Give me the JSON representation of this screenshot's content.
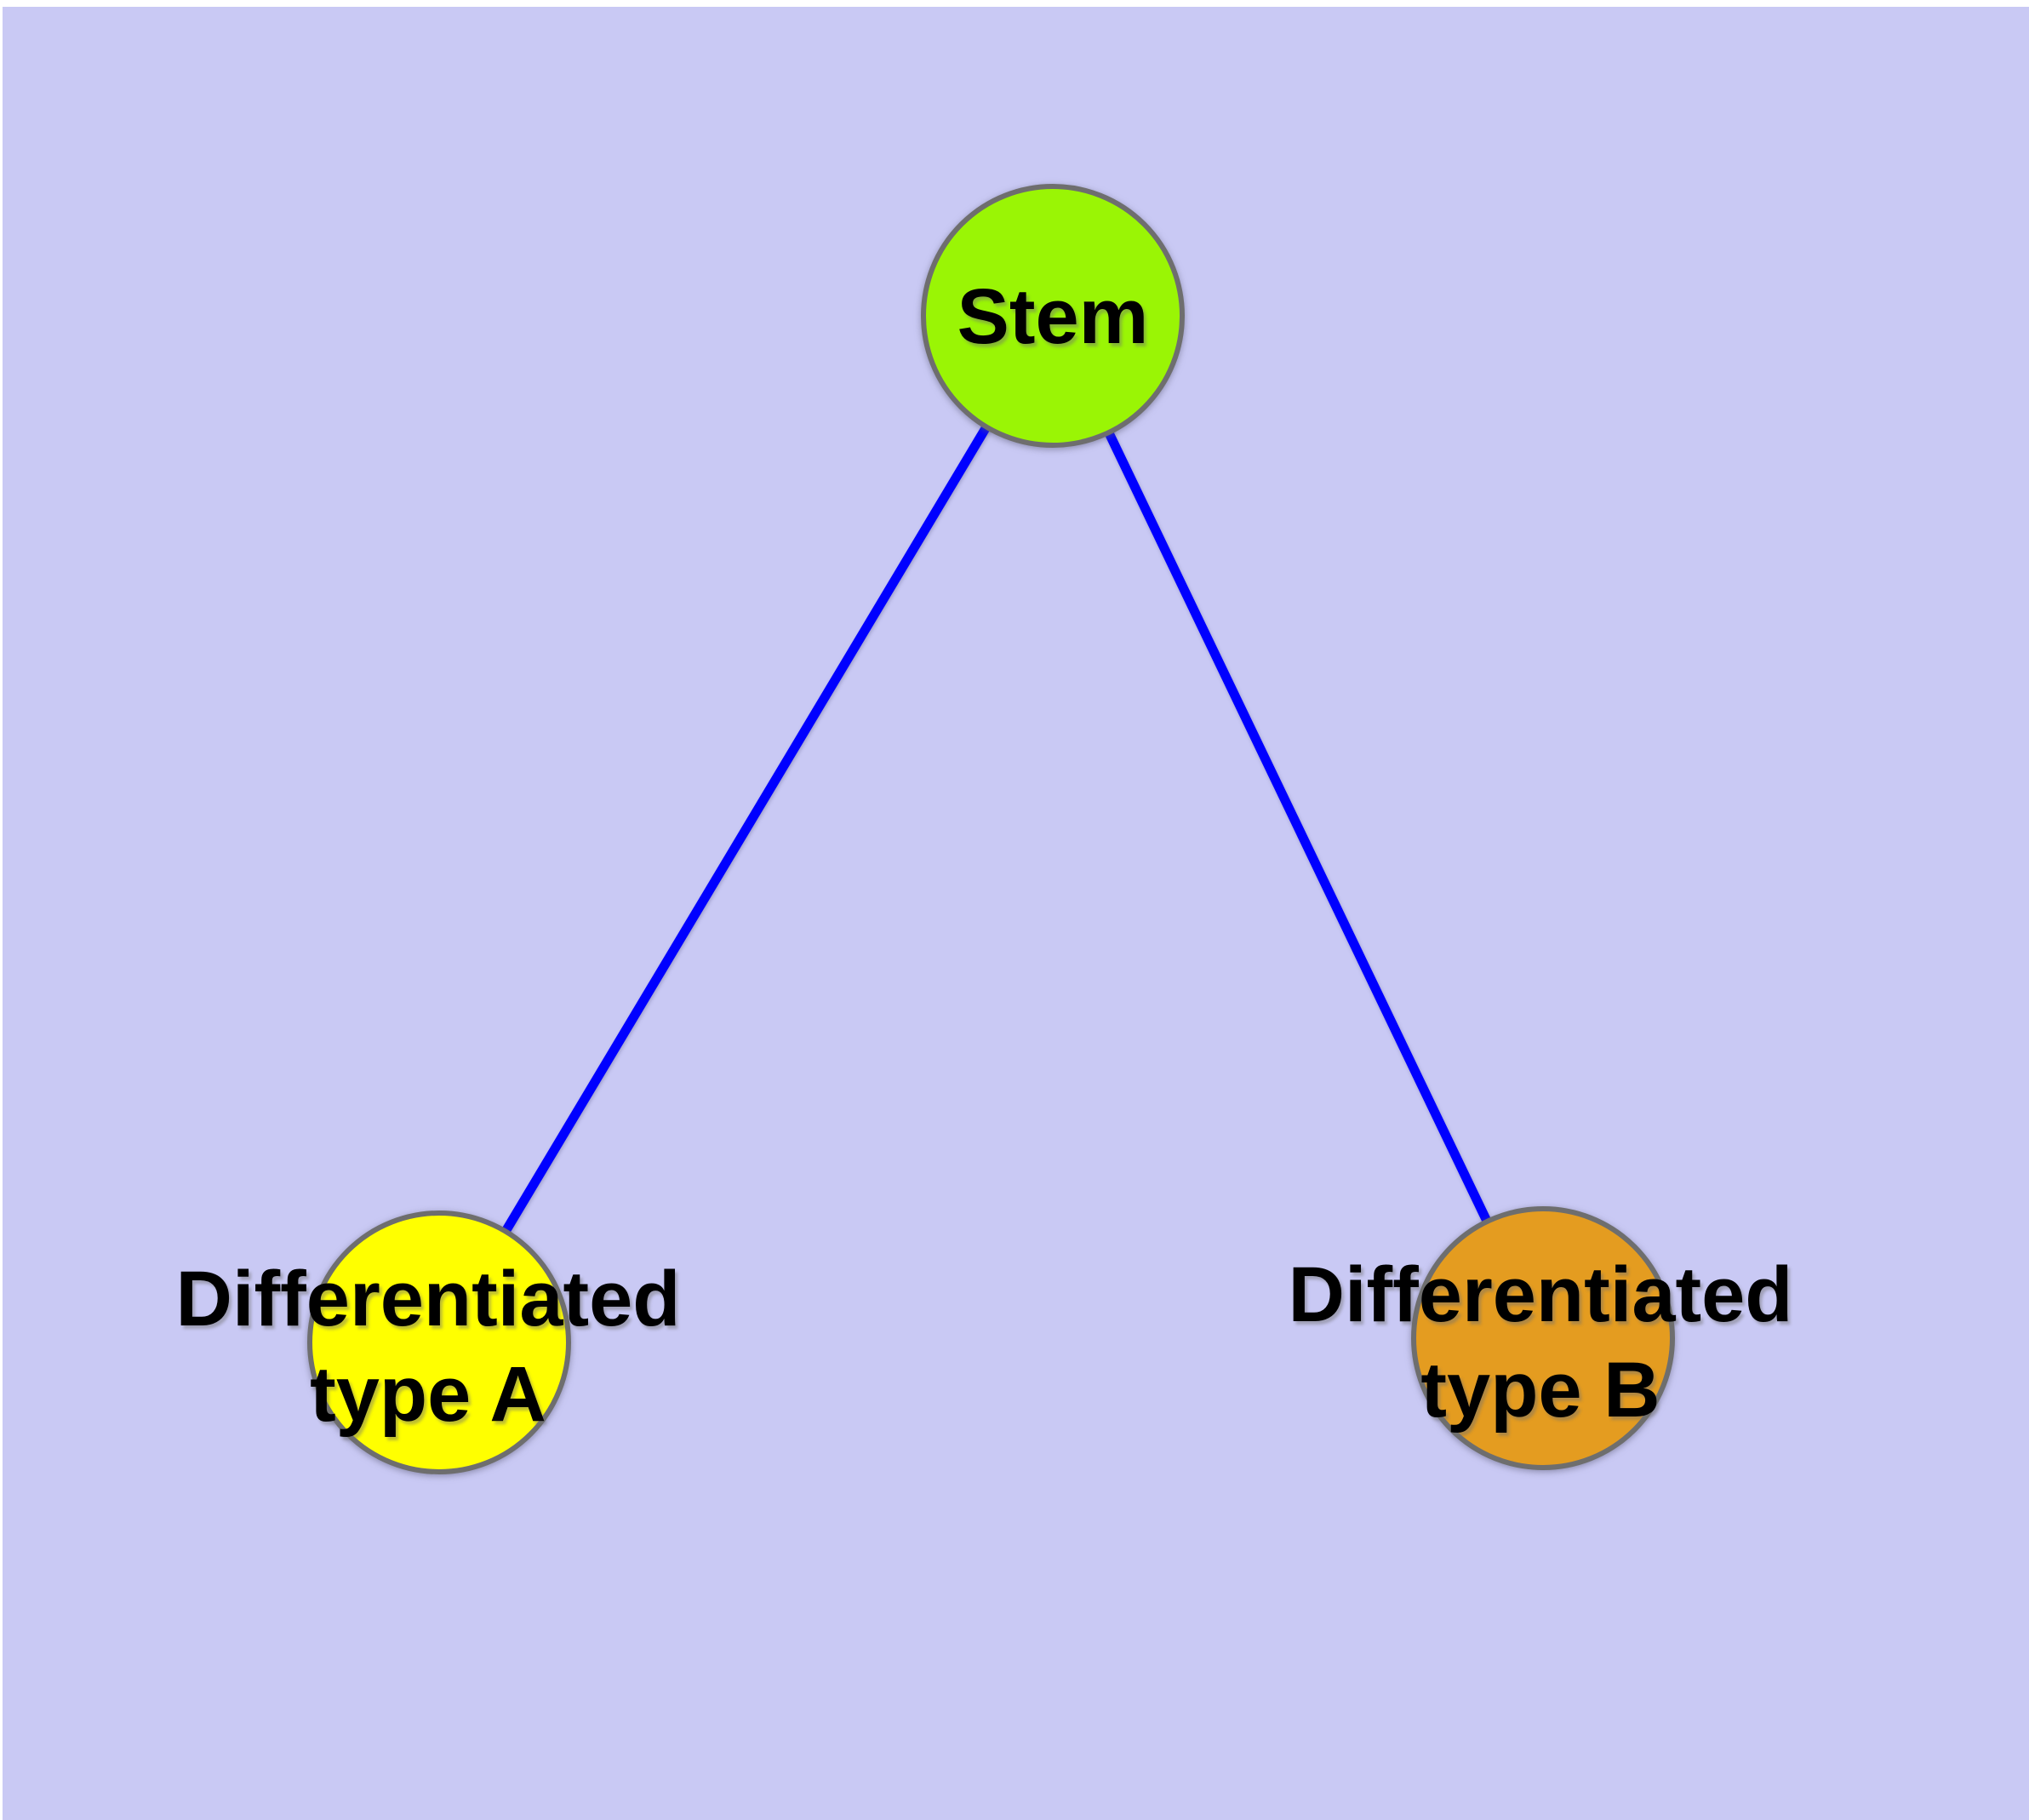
{
  "diagram": {
    "page_background_color": "#FFFFFF",
    "background_color": "#C9C9F4",
    "edge_color": "#0000FF",
    "node_border_color": "#6E6E6E",
    "label_color": "#000000",
    "nodes": [
      {
        "id": "stem",
        "label": "Stem",
        "fill": "#9AF505"
      },
      {
        "id": "differentiated-type-a",
        "label_line1": "Differentiated",
        "label_line2": "type A",
        "fill": "#FFFF00"
      },
      {
        "id": "differentiated-type-b",
        "label_line1": "Differentiated",
        "label_line2": "type B",
        "fill": "#E49C20"
      }
    ],
    "edges": [
      {
        "from": "Stem",
        "to": "Differentiated type A"
      },
      {
        "from": "Stem",
        "to": "Differentiated type B"
      }
    ]
  }
}
